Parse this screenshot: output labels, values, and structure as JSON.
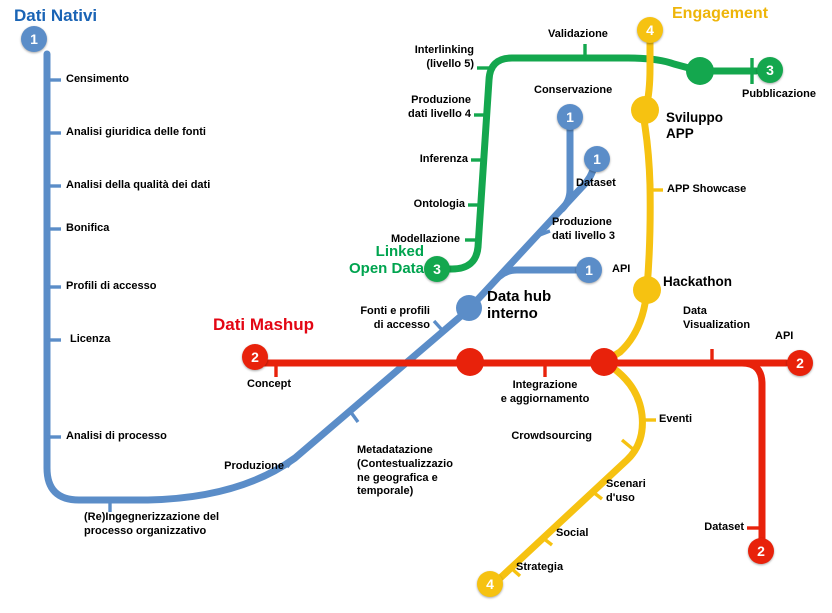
{
  "colors": {
    "blue": "#5b8dc8",
    "red": "#e8220b",
    "green": "#14a74e",
    "yellow": "#f6c211",
    "blue-title": "#1a64b5",
    "red-title": "#e30613",
    "green-title": "#00a44f",
    "yellow-title": "#eeb50a"
  },
  "lines": {
    "dati_nativi": {
      "title": "Dati Nativi",
      "badge": "1",
      "stations": {
        "censimento": "Censimento",
        "analisi_giuridica": "Analisi giuridica delle fonti",
        "analisi_qualita": "Analisi della qualità dei dati",
        "bonifica": "Bonifica",
        "profili_di_accesso": "Profili di accesso",
        "licenza": "Licenza",
        "analisi_di_processo": "Analisi di processo",
        "reingegnerizzazione": "(Re)Ingegnerizzazione del\nprocesso organizzativo",
        "produzione": "Produzione",
        "metadatazione": "Metadatazione\n(Contestualizzazio\nne geografica e\ntemporale)",
        "fonti_e_profili": "Fonti e profili\ndi accesso",
        "data_hub_interno": "Data hub\ninterno",
        "produzione_dati_livello_3": "Produzione\ndati livello 3",
        "api": "API",
        "dataset": "Dataset",
        "conservazione": "Conservazione"
      }
    },
    "dati_mashup": {
      "title": "Dati Mashup",
      "badge": "2",
      "stations": {
        "concept": "Concept",
        "integrazione": "Integrazione\ne aggiornamento",
        "data_visualization": "Data\nVisualization",
        "api": "API",
        "dataset": "Dataset"
      }
    },
    "linked_open_data": {
      "title": "Linked\nOpen Data",
      "badge": "3",
      "stations": {
        "modellazione": "Modellazione",
        "ontologia": "Ontologia",
        "inferenza": "Inferenza",
        "produzione_dati_livello_4": "Produzione\ndati livello 4",
        "interlinking": "Interlinking\n(livello 5)",
        "validazione": "Validazione",
        "pubblicazione": "Pubblicazione"
      }
    },
    "engagement": {
      "title": "Engagement",
      "badge": "4",
      "stations": {
        "sviluppo_app": "Sviluppo\nAPP",
        "app_showcase": "APP Showcase",
        "hackathon": "Hackathon",
        "eventi": "Eventi",
        "crowdsourcing": "Crowdsourcing",
        "scenari_duso": "Scenari\nd'uso",
        "social": "Social",
        "strategia": "Strategia"
      }
    }
  }
}
